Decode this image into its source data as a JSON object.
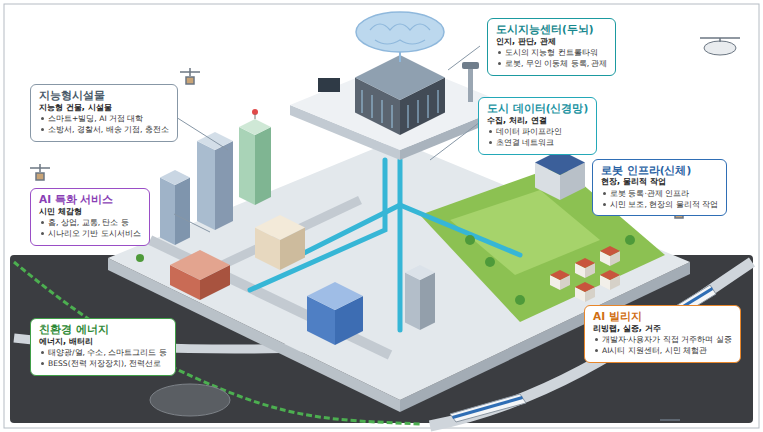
{
  "diagram": {
    "nodes": [
      {
        "text": [
          "도시지능센터(두뇌)",
          "인지, 판단, 관제",
          "도시의 지능형 컨트롤타워",
          "로봇, 무인 이동체 등록, 관제"
        ]
      },
      {
        "text": [
          "지능형시설물",
          "지능형 건물, 시설물",
          "스마트+빌딩, AI 거점 대학",
          "소방서, 경찰서, 배송 기점, 충전소"
        ]
      },
      {
        "text": [
          "도시 데이터(신경망)",
          "수집, 처리, 연결",
          "데이터 파이프라인",
          "초연결 네트워크"
        ]
      },
      {
        "text": [
          "로봇 인프라(신체)",
          "현장, 물리적 작업",
          "로봇 등록·관제 인프라",
          "시민 보조, 현장의 물리적 작업"
        ]
      },
      {
        "text": [
          "AI 특화 서비스",
          "시민 체감형",
          "홈, 상업, 교통, 탄소 등",
          "시나리오 기반 도시서비스"
        ]
      },
      {
        "text": [
          "친환경 에너지",
          "에너지, 배터리",
          "태양광/열, 수소, 스마트그리드 등",
          "BESS(전력 저장장치), 전력선로"
        ]
      },
      {
        "text": [
          "AI 빌리지",
          "리빙랩, 실증, 거주",
          "개발자·사용자가 직접 거주하며 실증",
          "AI시티 지원센터, 시민 체험관"
        ]
      }
    ]
  }
}
